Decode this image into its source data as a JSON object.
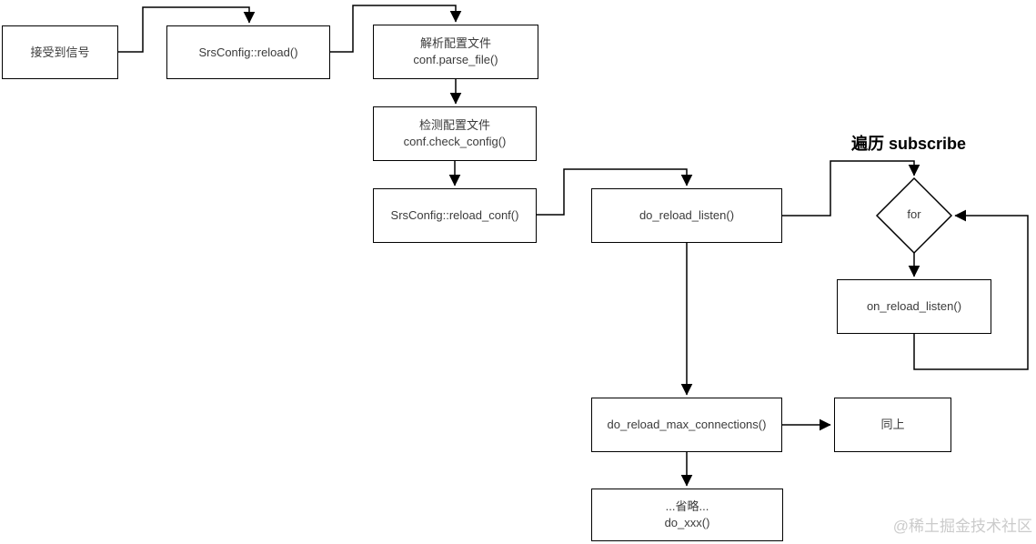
{
  "diagram": {
    "nodes": {
      "receive_signal": {
        "label": "接受到信号"
      },
      "srs_reload": {
        "label": "SrsConfig::reload()"
      },
      "parse_file": {
        "line1": "解析配置文件",
        "line2": "conf.parse_file()"
      },
      "check_config": {
        "line1": "检测配置文件",
        "line2": "conf.check_config()"
      },
      "reload_conf": {
        "label": "SrsConfig::reload_conf()"
      },
      "do_reload_listen": {
        "label": "do_reload_listen()"
      },
      "for_decision": {
        "label": "for"
      },
      "on_reload_listen": {
        "label": "on_reload_listen()"
      },
      "do_reload_max_connections": {
        "label": "do_reload_max_connections()"
      },
      "same_as_above": {
        "label": "同上"
      },
      "omitted": {
        "line1": "...省略...",
        "line2": "do_xxx()"
      }
    },
    "annotations": {
      "loop_label": "遍历 subscribe"
    },
    "watermark": "@稀土掘金技术社区",
    "colors": {
      "stroke": "#000000",
      "node_text": "#3b3b3b",
      "background": "#ffffff",
      "watermark_text": "#cbcbcb"
    }
  }
}
